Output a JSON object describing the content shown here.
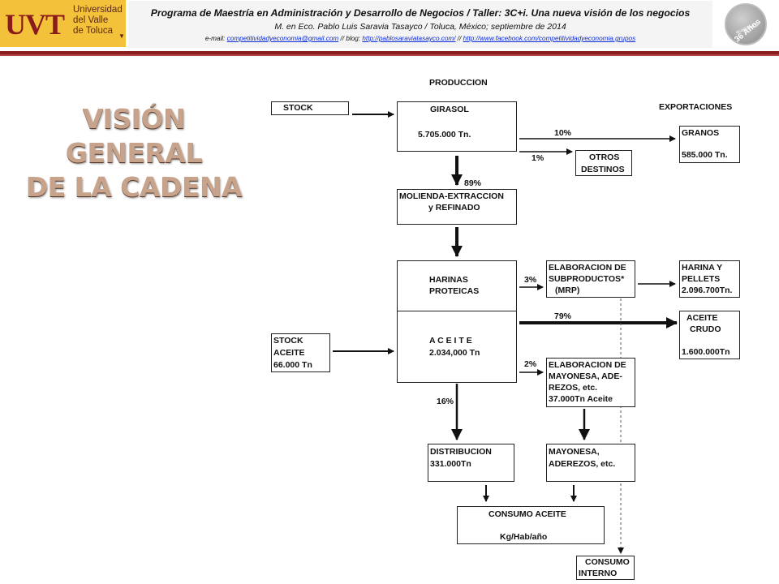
{
  "header": {
    "logo_mark": "UVT",
    "logo_line1": "Universidad",
    "logo_line2": "del Valle",
    "logo_line3": "de Toluca",
    "title": "Programa de Maestría en Administración y Desarrollo de Negocios / Taller: 3C+i. Una nueva visión de los negocios",
    "author": "M. en Eco. Pablo Luis Saravia Tasayco / Toluca, México; septiembre de 2014",
    "contact_prefix": "e-mail: ",
    "email": "competitividadyeconomia@gmail.com",
    "sep1": " // blog: ",
    "blog": "http://pablosaraviatasayco.com/",
    "sep2": " // ",
    "facebook": "http://www.facebook.com/competitividadyeconomia.grupos",
    "seal_text1": "36 Años",
    "seal_text2": "académico"
  },
  "slide_title": {
    "line1": "VISIÓN GENERAL",
    "line2": "DE LA CADENA"
  },
  "diagram": {
    "produccion_label": "PRODUCCION",
    "exportaciones_label": "EXPORTACIONES",
    "stock_top": "STOCK",
    "girasol_name": "GIRASOL",
    "girasol_value": "5.705.000 Tn.",
    "pct_granos": "10%",
    "pct_otros": "1%",
    "pct_molienda": "89%",
    "granos_name": "GRANOS",
    "granos_value": "585.000 Tn.",
    "otros_line1": "OTROS",
    "otros_line2": "DESTINOS",
    "molienda_line1": "MOLIENDA-EXTRACCION",
    "molienda_line2": "y REFINADO",
    "harinas_line1": "HARINAS",
    "harinas_line2": "PROTEICAS",
    "aceite_name": "A C E I T E",
    "aceite_value": "2.034,000 Tn",
    "stock_aceite_line1": "STOCK",
    "stock_aceite_line2": "ACEITE",
    "stock_aceite_line3": "66.000 Tn",
    "pct_subproductos": "3%",
    "pct_aceite_crudo": "79%",
    "pct_mayonesa": "2%",
    "pct_distribucion": "16%",
    "subprod_line1": "ELABORACION DE",
    "subprod_line2": "SUBPRODUCTOS*",
    "subprod_line3": "(MRP)",
    "harina_pellets_line1": "HARINA Y",
    "harina_pellets_line2": "PELLETS",
    "harina_pellets_line3": "2.096.700Tn.",
    "aceite_crudo_line1": "ACEITE",
    "aceite_crudo_line2": "CRUDO",
    "aceite_crudo_line3": "1.600.000Tn",
    "elab_may_line1": "ELABORACION DE",
    "elab_may_line2": "MAYONESA, ADE-",
    "elab_may_line3": "REZOS, etc.",
    "elab_may_line4": "37.000Tn Aceite",
    "distribucion_line1": "DISTRIBUCION",
    "distribucion_line2": "331.000Tn",
    "mayonesa_line1": "MAYONESA,",
    "mayonesa_line2": "ADEREZOS, etc.",
    "consumo_line1": "CONSUMO ACEITE",
    "consumo_line2": "Kg/Hab/año",
    "consumo_int_line1": "CONSUMO",
    "consumo_int_line2": "INTERNO"
  },
  "colors": {
    "header_rule": "#8b1f1f",
    "logo_bg": "#f3c13a",
    "title_text": "#c8a38c",
    "link": "#0b2bd8"
  }
}
